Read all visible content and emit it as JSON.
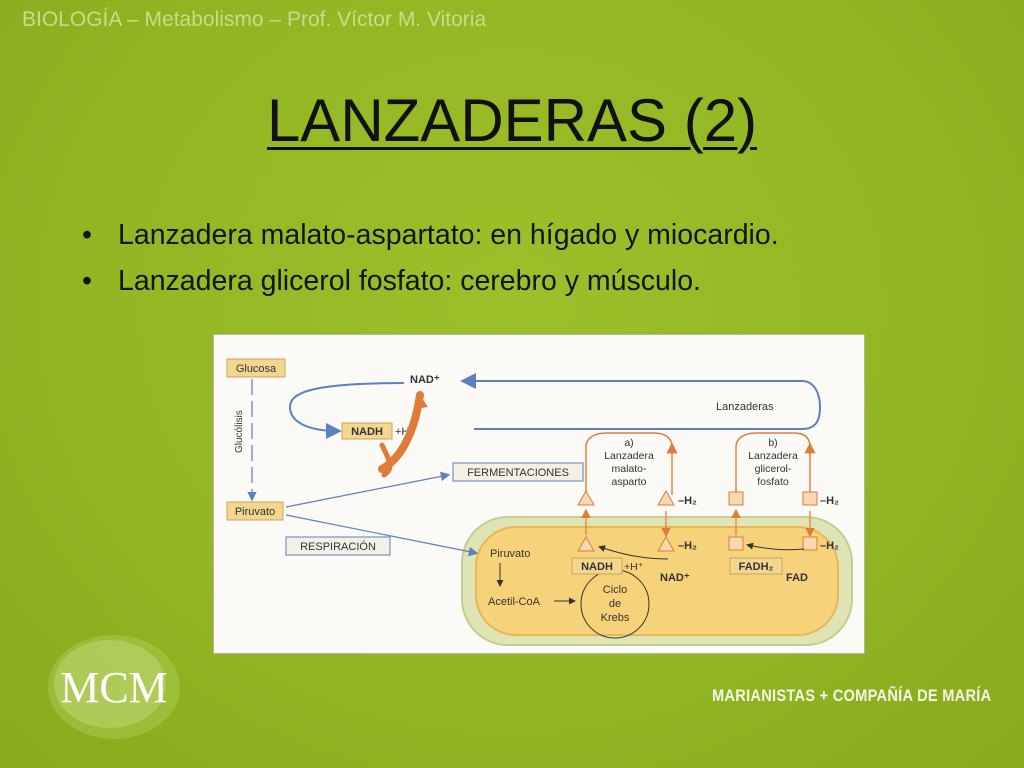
{
  "header": "BIOLOGÍA – Metabolismo – Prof. Víctor M. Vitoria",
  "title": "LANZADERAS (2)",
  "bullets": [
    "Lanzadera malato-aspartato: en hígado y miocardio.",
    "Lanzadera glicerol fosfato: cerebro y músculo."
  ],
  "bullet_symbol": "•",
  "diagram": {
    "glucosa": "Glucosa",
    "glucolisis": "Glucólisis",
    "piruvato_left": "Piruvato",
    "nad": "NAD⁺",
    "nadh": "NADH",
    "plus_h": "+H⁺",
    "lanzaderas": "Lanzaderas",
    "fermentaciones": "FERMENTACIONES",
    "respiracion": "RESPIRACIÓN",
    "shuttle_a": [
      "a)",
      "Lanzadera",
      "malato-",
      "asparto"
    ],
    "shuttle_b": [
      "b)",
      "Lanzadera",
      "glicerol-",
      "fosfato"
    ],
    "minus_h2": "–H₂",
    "piruvato_mito": "Piruvato",
    "acetil_coa": "Acetil-CoA",
    "krebs": [
      "Ciclo",
      "de",
      "Krebs"
    ],
    "nadh_mito": "NADH",
    "plus_h_mito": "+H⁺",
    "nad_mito": "NAD⁺",
    "fadh2": "FADH₂",
    "fad": "FAD"
  },
  "logo_text": "MCM",
  "footer_brand": "MARIANISTAS + COMPAÑÍA DE MARÍA",
  "colors": {
    "background": "#93b624",
    "label_box": "#f3d690",
    "mito_fill": "#f6d27a",
    "mito_outer": "#dfe4b4",
    "arrow_blue": "#5e7fc0",
    "arrow_orange": "#e07c3a"
  }
}
